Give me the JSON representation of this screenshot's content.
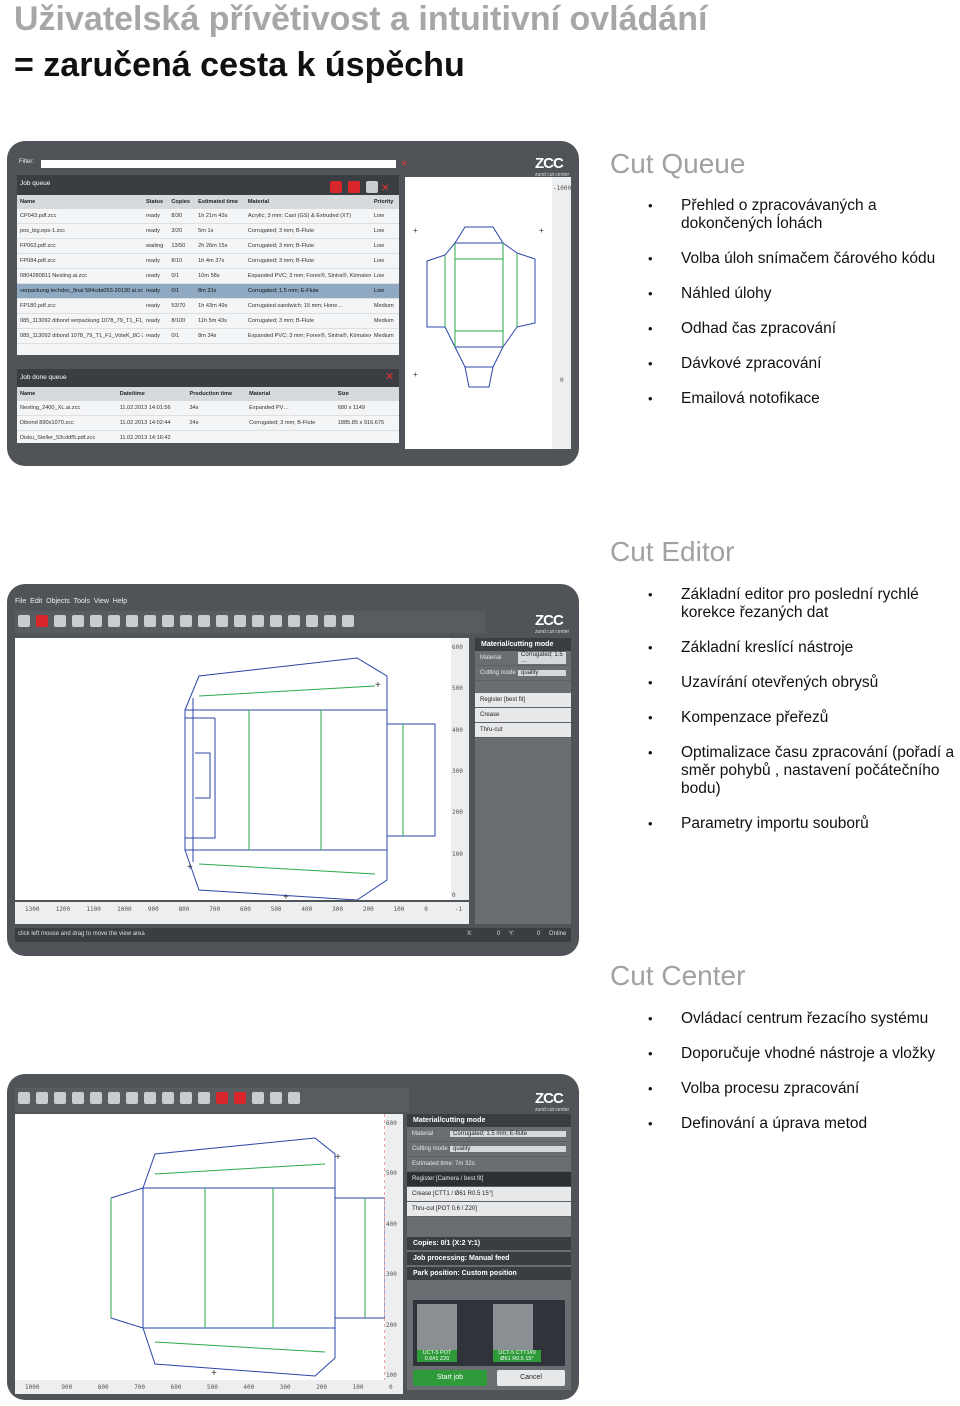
{
  "header": {
    "line1": "Uživatelská přívětivost a intuitivní ovládání",
    "line2": "= zaručená cesta k úspěchu"
  },
  "sections": [
    {
      "title": "Cut Queue",
      "bullets": [
        "Přehled o zpracovávaných a dokončených ĺohách",
        "Volba úloh snímačem čárového kódu",
        "Náhled úlohy",
        "Odhad čas zpracování",
        "Dávkové zpracování",
        "Emailová notofikace"
      ]
    },
    {
      "title": "Cut Editor",
      "bullets": [
        "Základní editor pro poslední rychlé korekce řezaných dat",
        "Základní kreslící nástroje",
        "Uzavírání otevřených obrysů",
        "Kompenzace přeřezů",
        "Optimalizace času zpracování (pořadí a směr pohybů , nastavení počátečního bodu)",
        "Parametry importu souborů"
      ]
    },
    {
      "title": "Cut Center",
      "bullets": [
        "Ovládací centrum řezacího systému",
        "Doporučuje vhodné nástroje a vložky",
        "Volba procesu zpracování",
        "Definování a úprava metod"
      ]
    }
  ],
  "queue_shot": {
    "filter_label": "Filter:",
    "job_queue_title": "Job queue",
    "job_done_title": "Job done queue",
    "queue_headers": [
      "Name",
      "Status",
      "Copies",
      "Estimated time",
      "Material",
      "Priority"
    ],
    "queue_rows": [
      [
        "CP043.pdf.zcc",
        "ready",
        "8/30",
        "1h 21m 43s",
        "Acrylic; 3 mm; Cast (GS) & Extruded (XT)",
        "Low"
      ],
      [
        "pos_big.eps-1.zcc",
        "ready",
        "3/20",
        "5m 1s",
        "Corrugated; 3 mm; B-Flute",
        "Low"
      ],
      [
        "FP063.pdf.zcc",
        "waiting",
        "13/50",
        "2h 26m 15s",
        "Corrugated; 3 mm; B-Flute",
        "Low"
      ],
      [
        "FP084.pdf.zcc",
        "ready",
        "8/10",
        "1h 4m 37s",
        "Corrugated; 3 mm; B-Flute",
        "Low"
      ],
      [
        "0804280811 Nesting.ai.zcc",
        "ready",
        "0/1",
        "10m 58s",
        "Expanded PVC; 3 mm; Forex®, Sintra®, Kömatex®, Celtec®",
        "Low"
      ],
      [
        "verpackung techdoc_final 584cda053-20130 ai.zcc",
        "ready",
        "0/1",
        "8m 31s",
        "Corrugated; 1.5 mm; E-Flute",
        "Low"
      ],
      [
        "FP180.pdf.zcc",
        "ready",
        "53/70",
        "1h 43m 49s",
        "Corrugated sandwich; 15 mm; Hone…",
        "Medium"
      ],
      [
        "085_113092 dibond verpackung 1078_79_T1_F1_VoteK_8C.zcc",
        "ready",
        "8/100",
        "11h 5m 43s",
        "Corrugated; 3 mm; B-Flute",
        "Medium"
      ],
      [
        "085_113092 dibond 1078_79_T1_F1_VoteK_8C-2.zcc",
        "ready",
        "0/1",
        "8m 34s",
        "Expanded PVC; 3 mm; Forex®, Sintra®, Kömatex®, Celtec®",
        "Medium"
      ]
    ],
    "done_headers": [
      "Name",
      "Date/time",
      "Production time",
      "Material",
      "Size"
    ],
    "done_rows": [
      [
        "Nesting_2400_XL.ai.zcc",
        "11.02.2013 14:01:56",
        "34s",
        "Expanded PV…",
        "680 x 1149"
      ],
      [
        "Dibond 890x1070.zcc",
        "11.02.2013 14:02:44",
        "24s",
        "Corrugated; 3 mm; B-Flute",
        "1885.85 x 916.675"
      ],
      [
        "Disku_Steller_53cddf5.pdf.zcc",
        "11.02.2013 14:16:42",
        "",
        "",
        ""
      ]
    ],
    "ruler_labels": [
      "-1000",
      "0"
    ]
  },
  "editor_shot": {
    "menu": [
      "File",
      "Edit",
      "Objects",
      "Tools",
      "View",
      "Help"
    ],
    "panel_title": "Material/cutting mode",
    "material_label": "Material",
    "material_value": "Corrugated; 1.5 …",
    "mode_label": "Cutting mode",
    "mode_value": "quality",
    "layers": [
      "Register [best fit]",
      "Crease",
      "Thru-cut"
    ],
    "v_ruler": [
      "600",
      "500",
      "400",
      "300",
      "200",
      "100",
      "0"
    ],
    "h_ruler": [
      "1300",
      "1200",
      "1100",
      "1000",
      "900",
      "800",
      "700",
      "600",
      "500",
      "400",
      "300",
      "200",
      "100",
      "0",
      "-1"
    ],
    "status_hint": "click left mouse and drag to move the view area",
    "status_x": "X:",
    "status_x_val": "0",
    "status_y": "Y:",
    "status_y_val": "0",
    "status_online": "Online"
  },
  "center_shot": {
    "panel_title": "Material/cutting mode",
    "material_label": "Material",
    "material_value": "Corrugated; 1.5 mm; E-flute",
    "mode_label": "Cutting mode",
    "mode_value": "quality",
    "estimated": "Estimated time: 7m 32s",
    "layers": [
      "Register [Camera / best fit]",
      "Crease [CTT1 / Ø61 R0.5 15°]",
      "Thru-cut [POT 0.6 / Z20]"
    ],
    "copies": "Copies: 0/1 (X:2 Y:1)",
    "job_processing": "Job processing: Manual feed",
    "park_position": "Park position: Custom position",
    "tool1_label": "UCT-5 POT 0.6#1 Z20",
    "tool2_label": "UCT-5 CTT1#0 Ø61 R0.5 15°",
    "start_button": "Start job",
    "cancel_button": "Cancel",
    "v_ruler": [
      "600",
      "500",
      "400",
      "300",
      "200",
      "100"
    ],
    "h_ruler": [
      "1000",
      "900",
      "800",
      "700",
      "600",
      "500",
      "400",
      "300",
      "200",
      "100",
      "0"
    ]
  },
  "logo": {
    "brand": "ZCC",
    "sub": "zund cut center"
  }
}
